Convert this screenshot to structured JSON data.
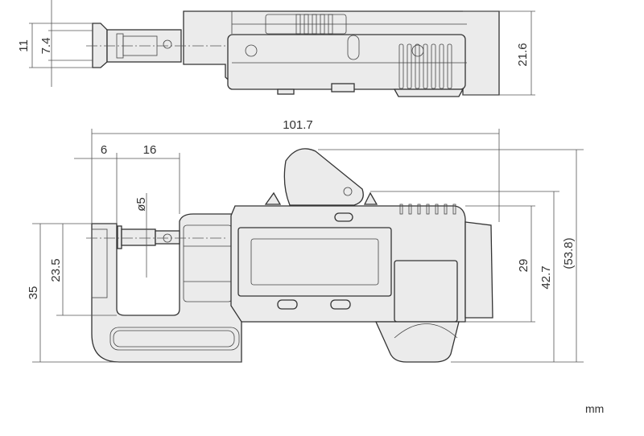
{
  "drawing": {
    "top_view": {
      "dim_height_outer": "11",
      "dim_height_inner": "7.4",
      "dim_depth": "21.6"
    },
    "front_view": {
      "dim_total_length": "101.7",
      "dim_anvil_offset": "6",
      "dim_spindle_length": "16",
      "dim_spindle_diameter": "ø5",
      "dim_frame_height": "35",
      "dim_throat_depth": "23.5",
      "dim_body_height": "29",
      "dim_to_lever": "42.7",
      "dim_overall_height": "(53.8)"
    },
    "units": "mm"
  }
}
